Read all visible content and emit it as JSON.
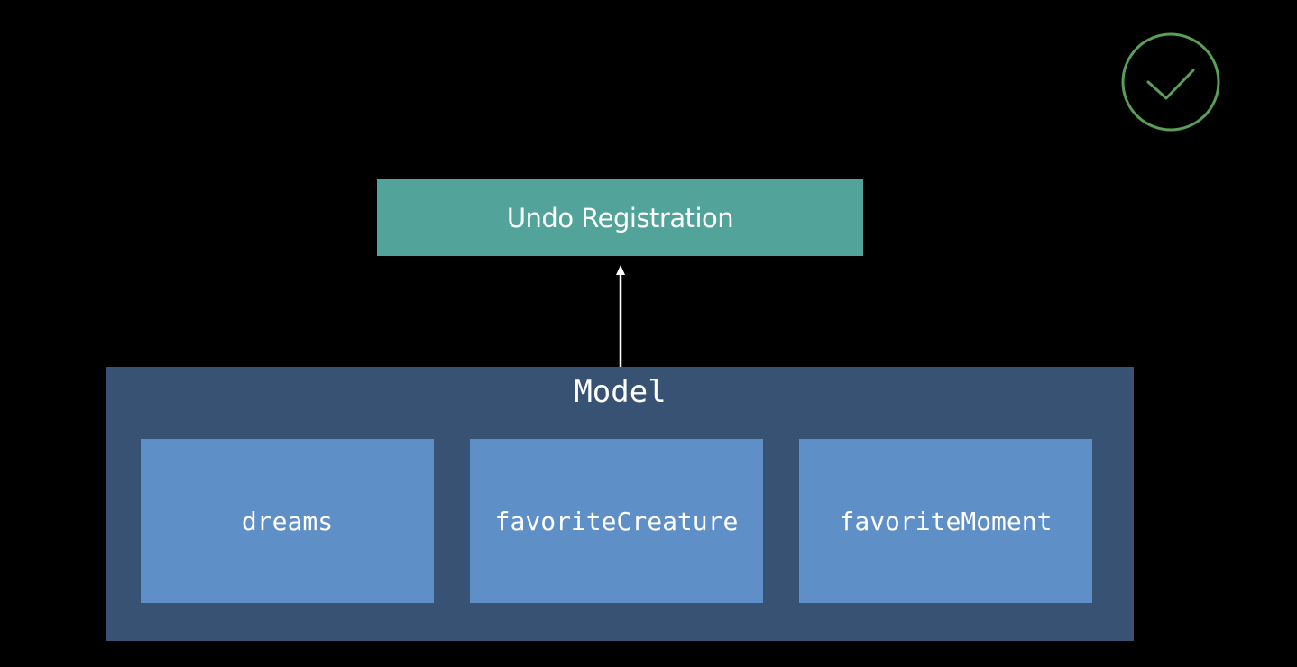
{
  "colors": {
    "background": "#000000",
    "undo_box": "#52a39a",
    "model_box": "#385273",
    "field_box": "#5f8fc7",
    "arrow": "#ffffff",
    "check": "#5a9e59"
  },
  "status_icon": "checkmark-circle-icon",
  "undo": {
    "label": "Undo Registration"
  },
  "model": {
    "title": "Model",
    "fields": [
      "dreams",
      "favoriteCreature",
      "favoriteMoment"
    ]
  }
}
